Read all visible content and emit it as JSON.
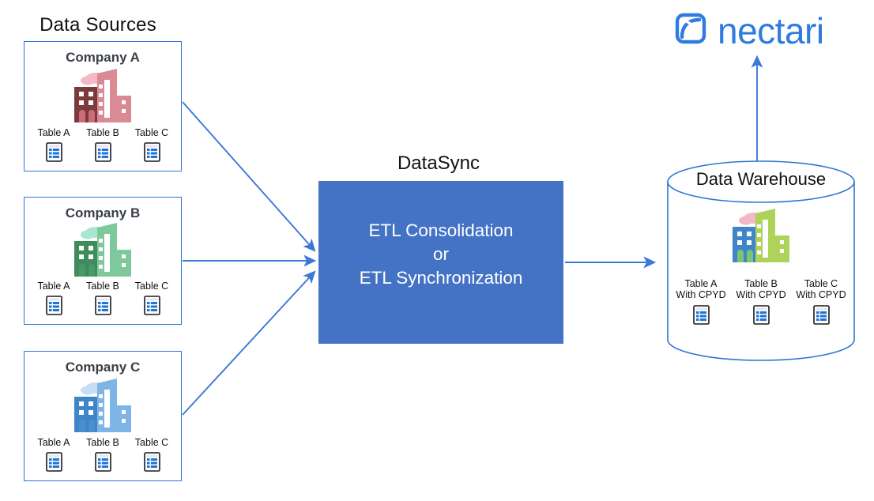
{
  "diagram": {
    "brand": {
      "name": "nectari",
      "color": "#2F7BE0",
      "logo_icon": "nectari-leaf-knot-icon"
    },
    "sources_title": "Data Sources",
    "datasync_title": "DataSync",
    "datasync_line1": "ETL Consolidation",
    "datasync_line2": "or",
    "datasync_line3": "ETL Synchronization",
    "datasync_color": "#4472C4",
    "arrow_color": "#3C78D8",
    "border_color": "#2E75D4",
    "companies": [
      {
        "name": "Company A",
        "accent": "#D98A94",
        "accent_dark": "#7B3B3B",
        "cloud": "#F5B8C6",
        "tree": "#C96E78",
        "tables": [
          {
            "label": "Table A",
            "sub": ""
          },
          {
            "label": "Table B",
            "sub": ""
          },
          {
            "label": "Table C",
            "sub": ""
          }
        ]
      },
      {
        "name": "Company B",
        "accent": "#7FC89B",
        "accent_dark": "#3E8B5C",
        "cloud": "#A9E6D0",
        "tree": "#49996A",
        "tables": [
          {
            "label": "Table A",
            "sub": ""
          },
          {
            "label": "Table B",
            "sub": ""
          },
          {
            "label": "Table C",
            "sub": ""
          }
        ]
      },
      {
        "name": "Company C",
        "accent": "#7FB4E6",
        "accent_dark": "#3E86C8",
        "cloud": "#C6DFF5",
        "tree": "#4A90D0",
        "tables": [
          {
            "label": "Table A",
            "sub": ""
          },
          {
            "label": "Table B",
            "sub": ""
          },
          {
            "label": "Table C",
            "sub": ""
          }
        ]
      }
    ],
    "warehouse": {
      "title": "Data Warehouse",
      "accent": "#AFD35A",
      "accent_dark": "#3E86C8",
      "cloud": "#F5B8C6",
      "tree": "#7CC472",
      "tables": [
        {
          "label": "Table A",
          "sub": "With CPYD"
        },
        {
          "label": "Table B",
          "sub": "With CPYD"
        },
        {
          "label": "Table C",
          "sub": "With CPYD"
        }
      ]
    },
    "arrows": [
      {
        "name": "arrow-company-a-to-datasync"
      },
      {
        "name": "arrow-company-b-to-datasync"
      },
      {
        "name": "arrow-company-c-to-datasync"
      },
      {
        "name": "arrow-datasync-to-warehouse"
      },
      {
        "name": "arrow-warehouse-to-nectari"
      }
    ]
  }
}
